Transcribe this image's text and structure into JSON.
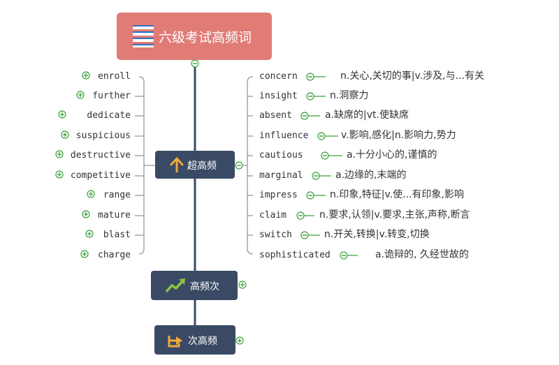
{
  "root": {
    "title": "六级考试高频词",
    "icon": "book-stack-icon",
    "color": "#e07b76"
  },
  "branches": [
    {
      "label": "超高频",
      "icon": "arrow-up-icon",
      "color": "#3a4a64"
    },
    {
      "label": "高频次",
      "icon": "trend-up-icon",
      "color": "#3a4a64"
    },
    {
      "label": "次高频",
      "icon": "arrow-right-box-icon",
      "color": "#3a4a64"
    }
  ],
  "left_words": [
    "enroll",
    "further",
    "dedicate",
    "suspicious",
    "destructive",
    "competitive",
    "range",
    "mature",
    "blast",
    "charge"
  ],
  "right_words": [
    {
      "word": "concern",
      "def": "n.关心,关切的事|v.涉及,与...有关"
    },
    {
      "word": "insight",
      "def": "n.洞察力"
    },
    {
      "word": "absent",
      "def": "a.缺席的|vt.使缺席"
    },
    {
      "word": "influence",
      "def": "v.影响,感化|n.影响力,势力"
    },
    {
      "word": "cautious",
      "def": "a.十分小心的,谨慎的"
    },
    {
      "word": "marginal",
      "def": "a.边缘的,末端的"
    },
    {
      "word": "impress",
      "def": "n.印象,特征|v.使...有印象,影响"
    },
    {
      "word": "claim",
      "def": "n.要求,认领|v.要求,主张,声称,断言"
    },
    {
      "word": "switch",
      "def": "n.开关,转换|v.转变,切换"
    },
    {
      "word": "sophisticated",
      "def": "a.诡辩的, 久经世故的"
    }
  ],
  "colors": {
    "connector": "#3a4a64",
    "bracket": "#999999",
    "toggle_green": "#3aa03a",
    "arrow_orange": "#f2a93b",
    "trend_green": "#8cc63f"
  }
}
